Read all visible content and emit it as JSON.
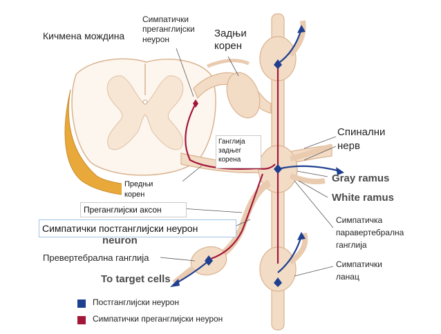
{
  "labels": {
    "spinal_cord": "Кичмена мождина",
    "preganglionic_neuron": "Симпатички\nпреганглијски\nнеурон",
    "dorsal_root": "Задњи\nкорен",
    "spinal_nerve": "Спинални\nнерв",
    "dorsal_root_ganglion": "Ганглија\nзадњег\nкорена",
    "ventral_root": "Предњи\nкорен",
    "preganglionic_axon": "Преганглијски аксон",
    "postganglionic_neuron": "Симпатички постганглијски неурон",
    "prevertebral_ganglion": "Превертебрална ганглија",
    "paravertebral_ganglion": "Симпатичка\nпаравертебрална\nганглија",
    "sympathetic_chain": "Симпатички\nланац",
    "gray_ramus": "Gray ramus",
    "white_ramus": "White ramus",
    "to_target_cells": "To target cells",
    "hidden_neuron": "neuron"
  },
  "legend": [
    {
      "label": "Постганглијски неурон",
      "color": "#1f3f8f"
    },
    {
      "label": "Симпатички преганглијски неурон",
      "color": "#a3163a"
    }
  ],
  "colors": {
    "preganglionic": "#a3163a",
    "postganglionic": "#1f3f8f",
    "tissue": "#f3dcc6",
    "tissue_edge": "#d9b28e",
    "gray_matter": "#fbefe4",
    "cord_side": "#e8a93a"
  }
}
